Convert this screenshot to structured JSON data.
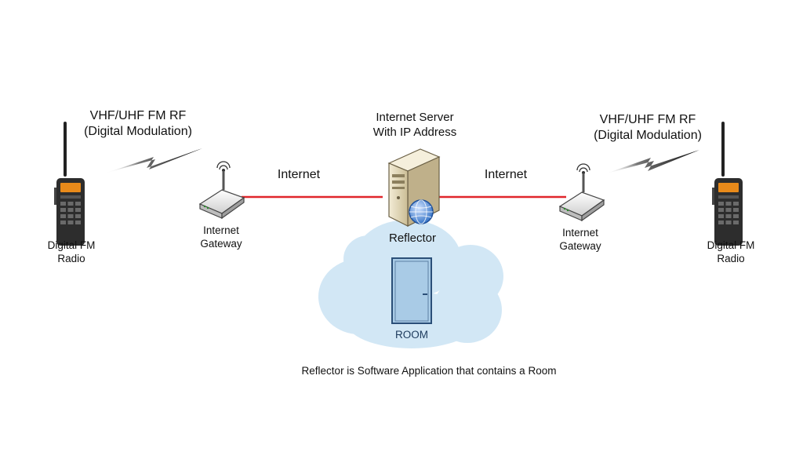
{
  "left_side": {
    "rf_label": "VHF/UHF FM RF\n(Digital Modulation)",
    "radio_label": "Digital FM\nRadio",
    "gateway_label": "Internet\nGateway",
    "link_label": "Internet"
  },
  "right_side": {
    "rf_label": "VHF/UHF FM RF\n(Digital Modulation)",
    "radio_label": "Digital FM\nRadio",
    "gateway_label": "Internet\nGateway",
    "link_label": "Internet"
  },
  "server": {
    "title": "Internet Server\nWith IP Address",
    "label": "Reflector"
  },
  "room": {
    "label": "ROOM"
  },
  "caption": "Reflector is Software Application that contains a Room",
  "colors": {
    "link_line": "#e0262b",
    "cloud_fill": "#d2e7f5",
    "door_fill": "#a9cbe6",
    "door_stroke": "#2b4f78",
    "server_body": "#e6dcc0",
    "globe": "#3c7fd0",
    "radio_body": "#2d2d2d",
    "radio_display": "#e88a1a"
  },
  "icons": {
    "radio": "handheld-radio-icon",
    "gateway": "wireless-gateway-icon",
    "server": "server-tower-icon",
    "globe": "globe-icon",
    "door": "door-icon",
    "cloud": "cloud-shape",
    "lightning": "lightning-bolt-icon"
  }
}
